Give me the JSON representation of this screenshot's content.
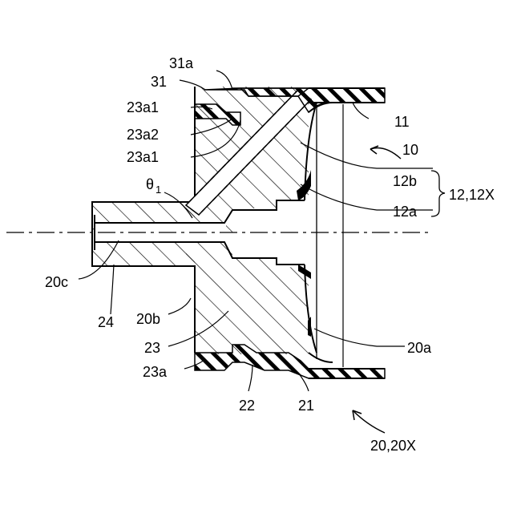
{
  "labels": {
    "l31a": "31a",
    "l31": "31",
    "l23a1_top": "23a1",
    "l23a2": "23a2",
    "l23a1_bottom": "23a1",
    "theta_letter": "θ",
    "theta_sub": "1",
    "l11": "11",
    "l10": "10",
    "l12b": "12b",
    "l12a": "12a",
    "l12_12x": "12,12X",
    "l20c": "20c",
    "l24": "24",
    "l20b": "20b",
    "l23": "23",
    "l20a": "20a",
    "l23a": "23a",
    "l22": "22",
    "l21": "21",
    "l20_20x": "20,20X"
  }
}
